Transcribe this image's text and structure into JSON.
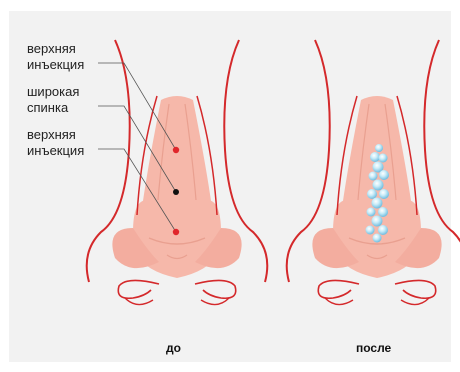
{
  "labels": {
    "upper_injection_1": [
      "верхняя",
      "инъекция"
    ],
    "wide_bridge": [
      "широкая",
      "спинка"
    ],
    "upper_injection_2": [
      "верхняя",
      "инъекция"
    ]
  },
  "captions": {
    "before": "до",
    "after": "после"
  },
  "colors": {
    "background": "#f2f2f2",
    "outline": "#d4292b",
    "nose_fill": "#f6b8aa",
    "nose_shadow": "#eda394",
    "injection_dot": "#e0262b",
    "bridge_dot": "#111111",
    "filler": "#9cd3ea"
  }
}
